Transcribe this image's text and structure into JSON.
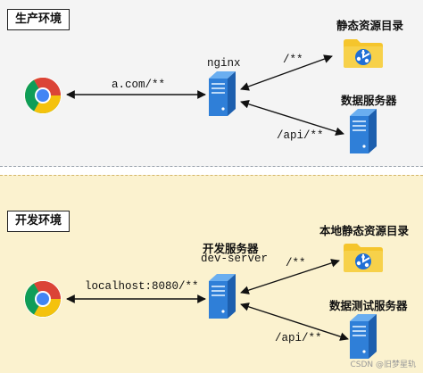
{
  "prod": {
    "env_label": "生产环境",
    "client_url": "a.com/**",
    "proxy_name": "nginx",
    "static_route": "/**",
    "static_label": "静态资源目录",
    "api_route": "/api/**",
    "data_label": "数据服务器"
  },
  "dev": {
    "env_label": "开发环境",
    "client_url": "localhost:8080/**",
    "proxy_name_line1": "开发服务器",
    "proxy_name_line2": "dev-server",
    "static_route": "/**",
    "static_label": "本地静态资源目录",
    "api_route": "/api/**",
    "data_label": "数据测试服务器"
  },
  "watermark": "CSDN @旧梦星轨",
  "colors": {
    "server_blue": "#2f7fd8",
    "folder_yellow": "#f5c52c",
    "prod_bg": "#f4f4f4",
    "dev_bg": "#fbf2cf"
  },
  "icons": {
    "client": "chrome-browser-icon",
    "proxy": "server-icon",
    "static": "folder-icon",
    "data": "server-icon"
  }
}
